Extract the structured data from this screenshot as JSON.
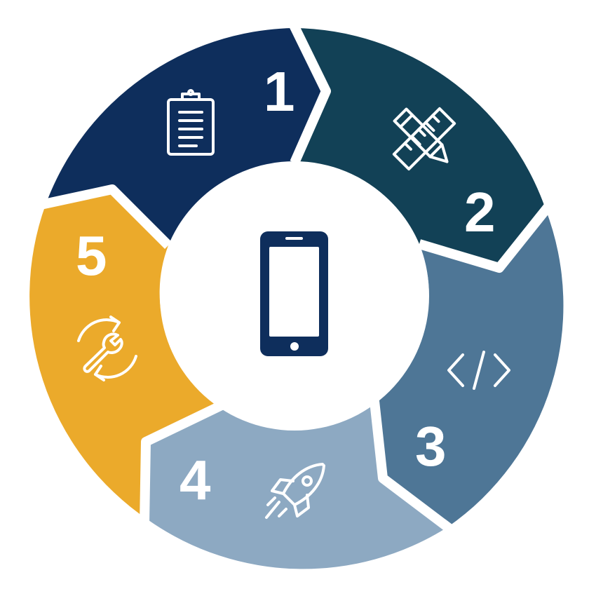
{
  "diagram": {
    "type": "cycle",
    "center_icon": "smartphone-icon",
    "segments": [
      {
        "step": "1",
        "icon": "clipboard-icon",
        "color": "#0E2E5C"
      },
      {
        "step": "2",
        "icon": "ruler-pencil-icon",
        "color": "#124156"
      },
      {
        "step": "3",
        "icon": "code-icon",
        "color": "#4E7696"
      },
      {
        "step": "4",
        "icon": "rocket-icon",
        "color": "#8DA9C2"
      },
      {
        "step": "5",
        "icon": "maintenance-icon",
        "color": "#EBAA2B"
      }
    ],
    "center_color": "#0E2E5C"
  }
}
